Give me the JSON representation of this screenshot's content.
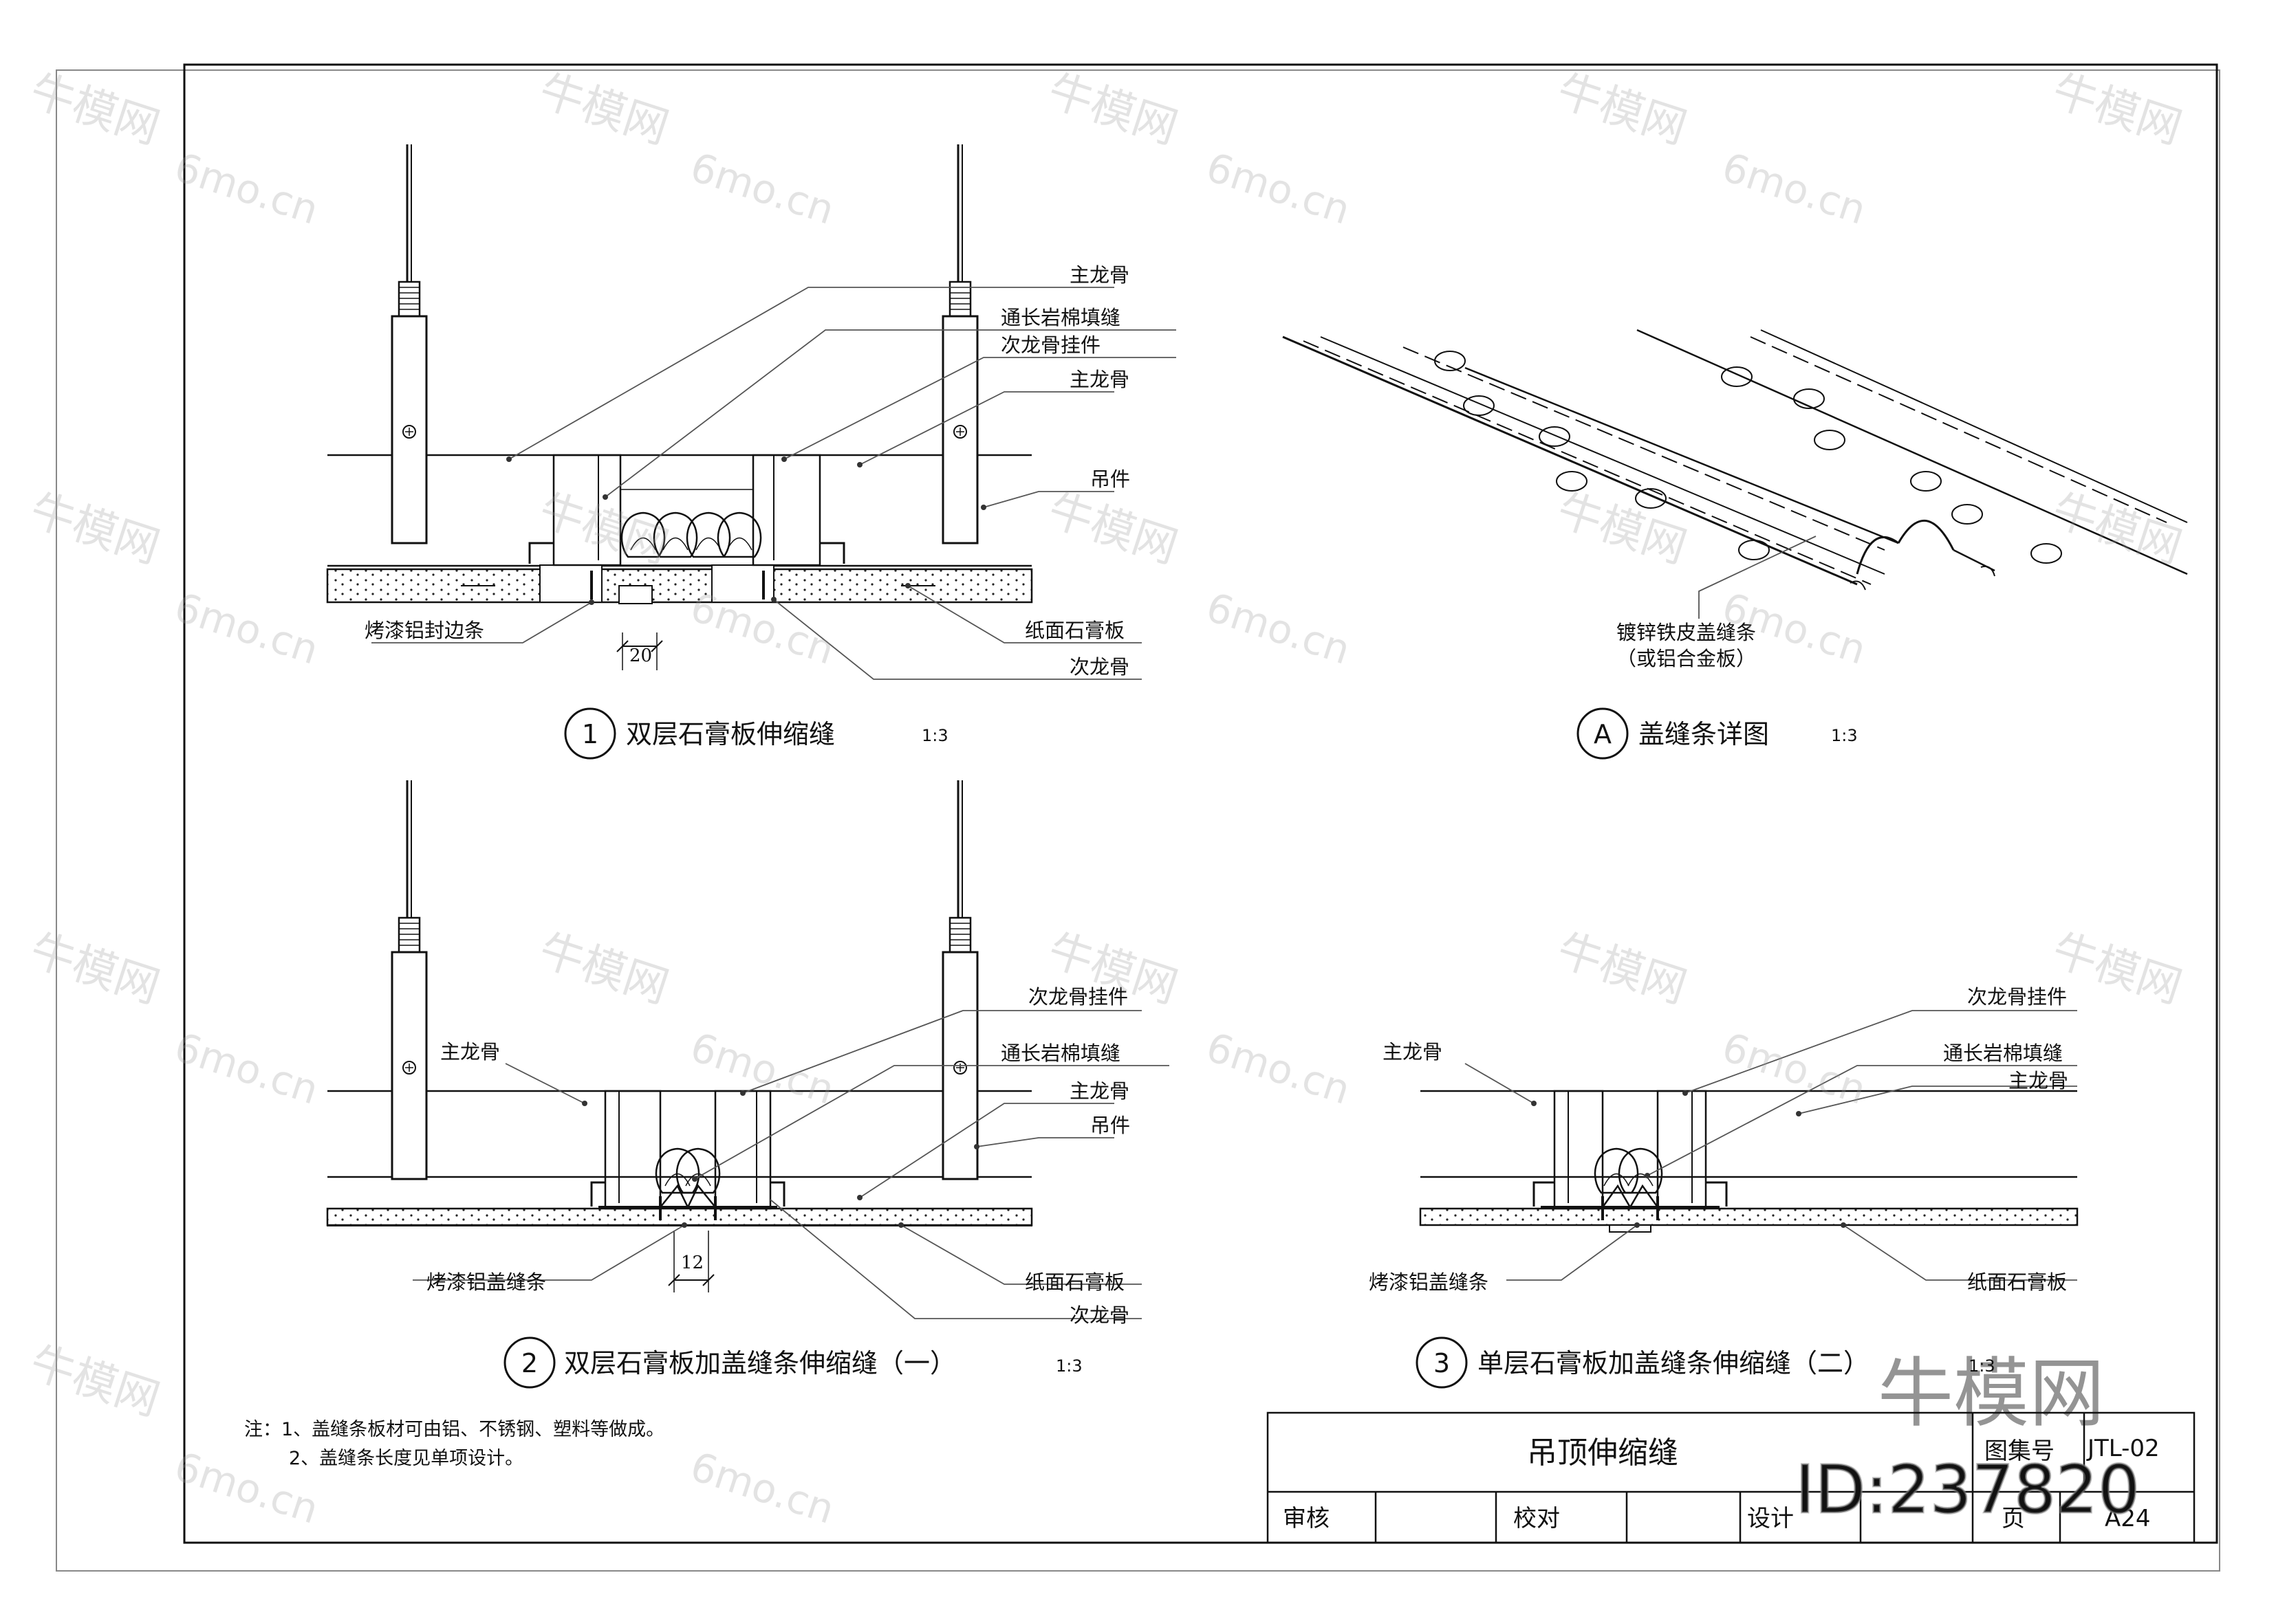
{
  "drawing": {
    "detail1": {
      "number": "1",
      "title": "双层石膏板伸缩缝",
      "scale": "1:3",
      "dimension": "20",
      "labels": {
        "main_keel_top": "主龙骨",
        "rock_wool": "通长岩棉填缝",
        "sec_keel_hanger": "次龙骨挂件",
        "main_keel": "主龙骨",
        "hanger": "吊件",
        "edge_strip": "烤漆铝封边条",
        "gypsum_board": "纸面石膏板",
        "sec_keel": "次龙骨"
      }
    },
    "detailA": {
      "number": "A",
      "title": "盖缝条详图",
      "scale": "1:3",
      "caption_line1": "镀锌铁皮盖缝条",
      "caption_line2": "（或铝合金板）"
    },
    "detail2": {
      "number": "2",
      "title": "双层石膏板加盖缝条伸缩缝（一）",
      "scale": "1:3",
      "dimension": "12",
      "labels": {
        "sec_keel_hanger": "次龙骨挂件",
        "main_keel_left": "主龙骨",
        "rock_wool": "通长岩棉填缝",
        "main_keel": "主龙骨",
        "hanger": "吊件",
        "cover_strip": "烤漆铝盖缝条",
        "gypsum_board": "纸面石膏板",
        "sec_keel": "次龙骨"
      }
    },
    "detail3": {
      "number": "3",
      "title": "单层石膏板加盖缝条伸缩缝（二）",
      "scale": "1:3",
      "labels": {
        "sec_keel_hanger": "次龙骨挂件",
        "main_keel_left": "主龙骨",
        "rock_wool": "通长岩棉填缝",
        "main_keel": "主龙骨",
        "cover_strip": "烤漆铝盖缝条",
        "gypsum_board": "纸面石膏板"
      }
    },
    "notes": {
      "line1": "注：1、盖缝条板材可由铝、不锈钢、塑料等做成。",
      "line2": "2、盖缝条长度见单项设计。"
    },
    "title_block": {
      "drawing_title": "吊顶伸缩缝",
      "atlas_label": "图集号",
      "atlas_value": "JTL-02",
      "review": "审核",
      "check": "校对",
      "design": "设计",
      "page_label": "页",
      "page_value": "A24"
    },
    "watermark": {
      "site": "6mo.cn",
      "brand": "牛模网",
      "id": "ID:237820"
    }
  }
}
